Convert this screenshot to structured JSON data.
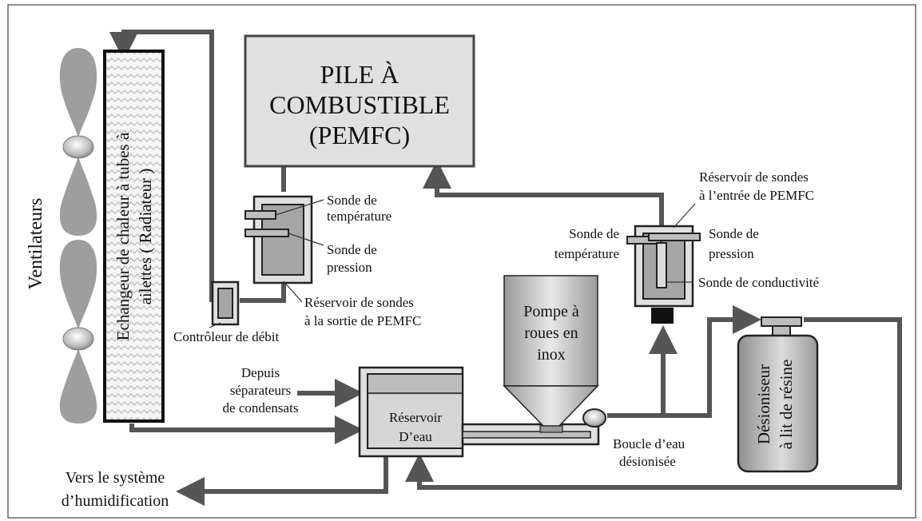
{
  "stack": {
    "line1": "PILE À",
    "line2": "COMBUSTIBLE",
    "line3": "(PEMFC)"
  },
  "fans_label": "Ventilateurs",
  "exchanger": {
    "line1": "Echangeur de chaleur à tubes à",
    "line2": "ailettes ( Radiateur )"
  },
  "outlet": {
    "temp_probe": [
      "Sonde de",
      "température"
    ],
    "pressure_probe": [
      "Sonde de",
      "pression"
    ],
    "tank": [
      "Réservoir de sondes",
      "à la sortie de PEMFC"
    ]
  },
  "inlet": {
    "tank": [
      "Réservoir de sondes",
      "à l’entrée de PEMFC"
    ],
    "temp_probe": [
      "Sonde de",
      "température"
    ],
    "pressure_probe": [
      "Sonde de",
      "pression"
    ],
    "conductivity_probe": "Sonde de conductivité"
  },
  "flow_controller": "Contrôleur de débit",
  "pump": [
    "Pompe à",
    "roues en",
    "inox"
  ],
  "condensate": [
    "Depuis",
    "séparateurs",
    "de condensats"
  ],
  "water_tank": [
    "Réservoir",
    "D’eau"
  ],
  "loop": [
    "Boucle d’eau",
    "désionisée"
  ],
  "humidification": [
    "Vers le système",
    "d’humidification"
  ],
  "deionizer": [
    "Désioniseur",
    "à lit de résine"
  ],
  "colors": {
    "pipe": "#555555",
    "box_fill": "#e0e0e0",
    "dark_fill": "#a6a6a6",
    "tank_fill": "#d6d6d6"
  }
}
